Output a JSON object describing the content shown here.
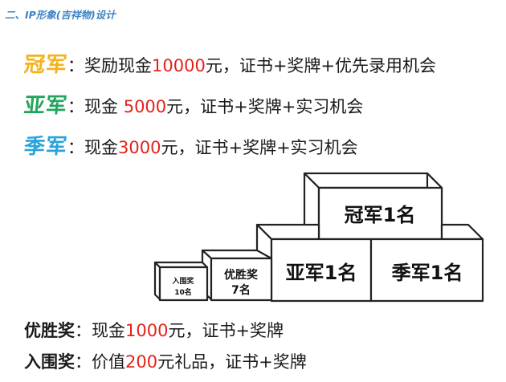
{
  "section_title": "二、IP形象(吉祥物)设计",
  "colors": {
    "title_blue": "#3d83c4",
    "champion": "#f2b21e",
    "runner_up": "#21a55c",
    "third": "#2aa3dc",
    "amount_red": "#e2231a"
  },
  "prizes": {
    "champion": {
      "rank": "冠军",
      "colon": "：",
      "before": "奖励现金",
      "amount": "10000",
      "after": "元，证书+奖牌+优先录用机会"
    },
    "runner_up": {
      "rank": "亚军",
      "colon": "：",
      "before": "现金 ",
      "amount": "5000",
      "after": "元，证书+奖牌+实习机会"
    },
    "third": {
      "rank": "季军",
      "colon": "：",
      "before": "现金",
      "amount": "3000",
      "after": "元，证书+奖牌+实习机会"
    },
    "excellence": {
      "rank": "优胜奖",
      "colon": "：",
      "before": "现金",
      "amount": "1000",
      "after": "元，证书+奖牌"
    },
    "finalist": {
      "rank": "入围奖",
      "colon": "：",
      "before": "价值",
      "amount": "200",
      "after": "元礼品，证书+奖牌"
    }
  },
  "podium": {
    "champion": "冠军1名",
    "runner_up": "亚军1名",
    "third": "季军1名",
    "excellence_top": "优胜奖",
    "excellence_bottom": "7名",
    "finalist_top": "入围奖",
    "finalist_bottom": "10名"
  }
}
